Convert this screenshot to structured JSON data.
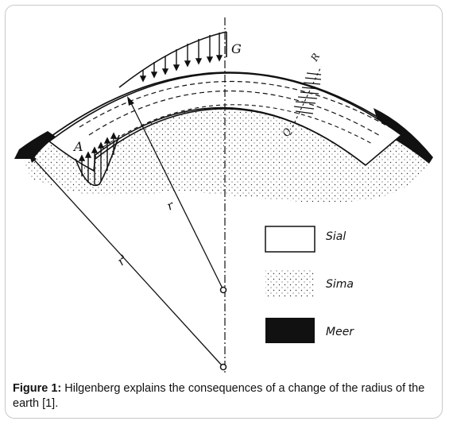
{
  "caption": {
    "prefix": "Figure 1:",
    "text": " Hilgenberg explains the consequences of a change of the radius of the earth [1]."
  },
  "labels": {
    "point_g": "G",
    "point_a": "A",
    "point_q": "Q",
    "point_r": "R",
    "radius_small": "r",
    "radius_large": "r'"
  },
  "legend": [
    {
      "label": "Sial",
      "fill": "sial"
    },
    {
      "label": "Sima",
      "fill": "sima"
    },
    {
      "label": "Meer",
      "fill": "meer"
    }
  ],
  "colors": {
    "ink": "#111111",
    "frame": "#c8c8c8",
    "background": "#ffffff"
  }
}
